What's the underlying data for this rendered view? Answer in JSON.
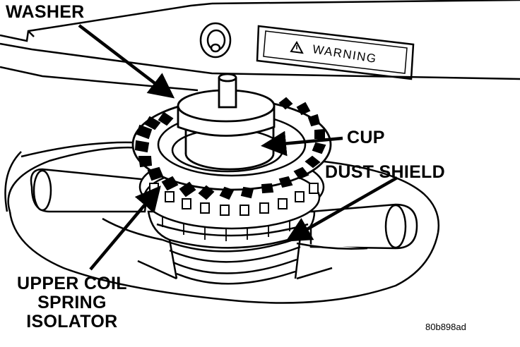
{
  "labels": {
    "washer": "WASHER",
    "cup": "CUP",
    "dust_shield": "DUST SHIELD",
    "isolator": [
      "UPPER COIL",
      "SPRING",
      "ISOLATOR"
    ],
    "warning": "WARNING",
    "figure_code": "80b898ad"
  },
  "icons": {
    "warning_symbol": "warning-triangle-icon"
  },
  "colors": {
    "ink": "#000000",
    "paper": "#ffffff"
  }
}
